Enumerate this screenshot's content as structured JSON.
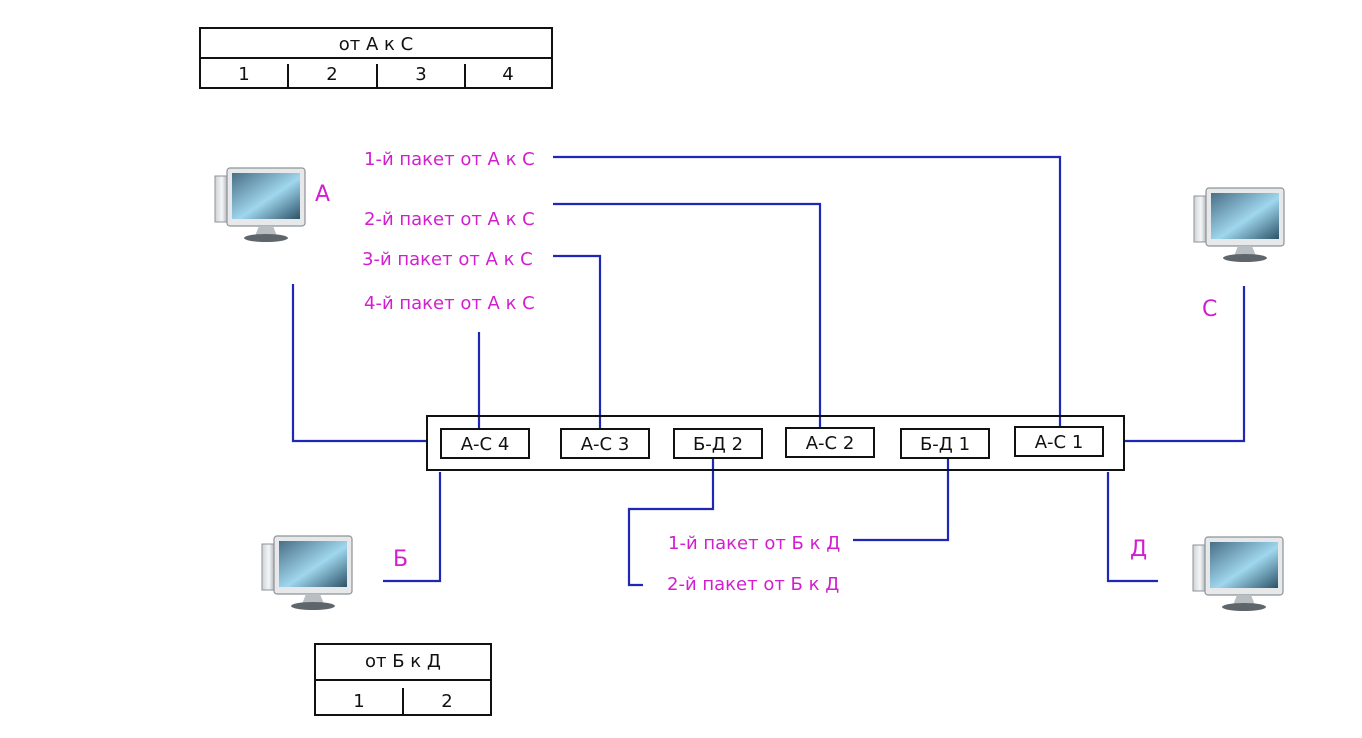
{
  "table_ac": {
    "title": "от А к С",
    "cells": [
      "1",
      "2",
      "3",
      "4"
    ]
  },
  "table_bd": {
    "title": "от Б к Д",
    "cells": [
      "1",
      "2"
    ]
  },
  "nodes": {
    "a": "А",
    "b": "Б",
    "c": "С",
    "d": "Д"
  },
  "packets_ac": [
    "1-й пакет от А к С",
    "2-й пакет от А к С",
    "3-й пакет от А к С",
    "4-й пакет от А к С"
  ],
  "packets_bd": [
    "1-й пакет от Б к Д",
    "2-й пакет от Б к Д"
  ],
  "channel_slots": [
    "А-С 4",
    "А-С 3",
    "Б-Д 2",
    "А-С 2",
    "Б-Д 1",
    "А-С 1"
  ],
  "colors": {
    "label": "#d21ecf",
    "wire": "#1e28b4",
    "frame": "#111111"
  },
  "icons": {
    "computer": "computer-monitor-icon"
  }
}
